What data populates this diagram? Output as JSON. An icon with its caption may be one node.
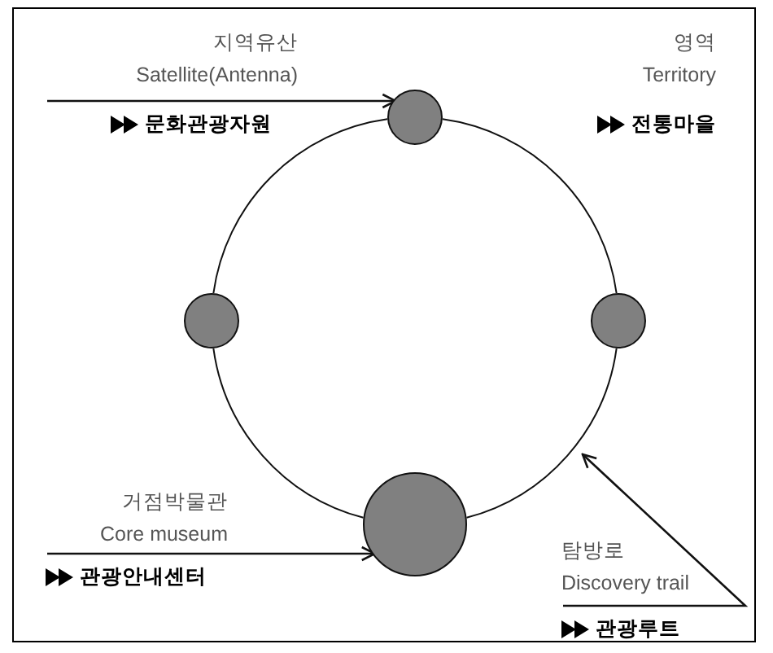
{
  "diagram": {
    "nodes": [
      {
        "text": [
          "지역유산",
          "Satellite(Antenna)",
          "문화관광자원"
        ]
      },
      {
        "text": [],
        "shape": "circle"
      },
      {
        "text": [],
        "shape": "circle"
      },
      {
        "text": [],
        "shape": "circle"
      },
      {
        "text": [
          "거점박물관",
          "Core museum",
          "관광안내센터"
        ]
      },
      {
        "text": [],
        "shape": "circle"
      },
      {
        "text": [
          "탐방로",
          "Discovery trail",
          "관광루트"
        ]
      }
    ],
    "edges": [
      {
        "from": 0,
        "to": 1,
        "arrow": "to"
      },
      {
        "from": 1,
        "to": 2,
        "arrow": "none"
      },
      {
        "from": 1,
        "to": 3,
        "arrow": "none"
      },
      {
        "from": 2,
        "to": 5,
        "arrow": "none"
      },
      {
        "from": 3,
        "to": 5,
        "arrow": "none"
      },
      {
        "from": 4,
        "to": 5,
        "arrow": "to"
      },
      {
        "from": 6,
        "to": null,
        "arrow": "to"
      }
    ],
    "labels": [
      "영역",
      "Territory",
      "전통마을"
    ]
  }
}
